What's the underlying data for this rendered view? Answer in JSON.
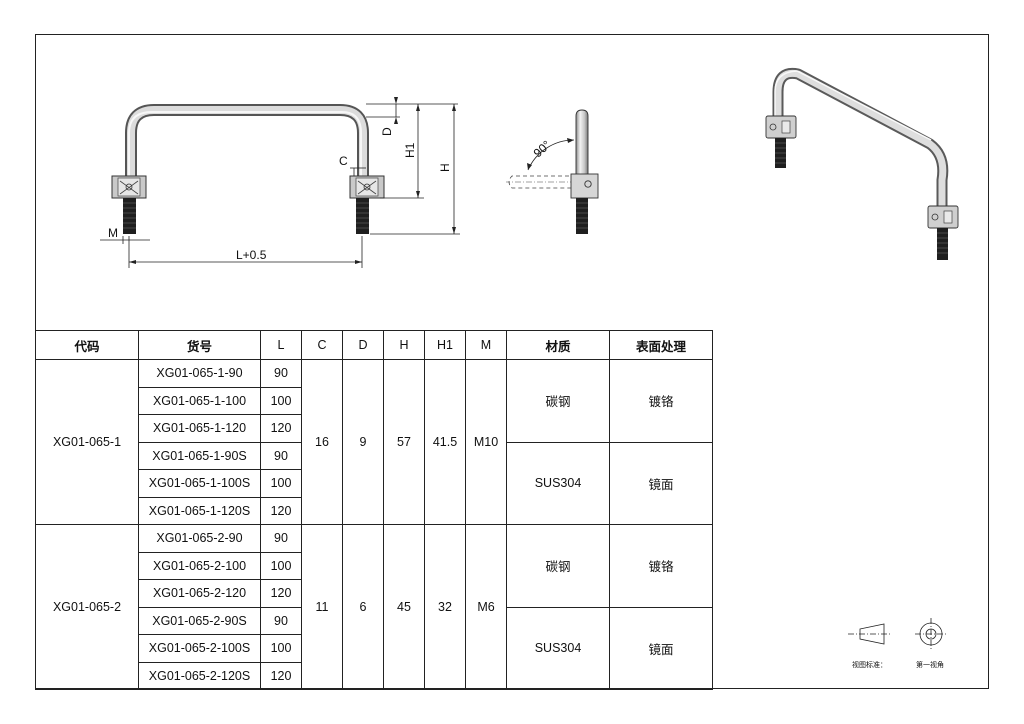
{
  "dimensions": {
    "M": "M",
    "L": "L+0.5",
    "D": "D",
    "H1": "H1",
    "H": "H",
    "C": "C",
    "angle": "90°"
  },
  "table": {
    "headers": [
      "代码",
      "货号",
      "L",
      "C",
      "D",
      "H",
      "H1",
      "M",
      "材质",
      "表面处理"
    ],
    "groups": [
      {
        "code": "XG01-065-1",
        "C": "16",
        "D": "9",
        "H": "57",
        "H1": "41.5",
        "M": "M10",
        "rows": [
          {
            "part": "XG01-065-1-90",
            "L": "90"
          },
          {
            "part": "XG01-065-1-100",
            "L": "100"
          },
          {
            "part": "XG01-065-1-120",
            "L": "120"
          },
          {
            "part": "XG01-065-1-90S",
            "L": "90"
          },
          {
            "part": "XG01-065-1-100S",
            "L": "100"
          },
          {
            "part": "XG01-065-1-120S",
            "L": "120"
          }
        ],
        "materials": [
          {
            "material": "碳钢",
            "finish": "镀铬"
          },
          {
            "material": "SUS304",
            "finish": "镜面"
          }
        ]
      },
      {
        "code": "XG01-065-2",
        "C": "11",
        "D": "6",
        "H": "45",
        "H1": "32",
        "M": "M6",
        "rows": [
          {
            "part": "XG01-065-2-90",
            "L": "90"
          },
          {
            "part": "XG01-065-2-100",
            "L": "100"
          },
          {
            "part": "XG01-065-2-120",
            "L": "120"
          },
          {
            "part": "XG01-065-2-90S",
            "L": "90"
          },
          {
            "part": "XG01-065-2-100S",
            "L": "100"
          },
          {
            "part": "XG01-065-2-120S",
            "L": "120"
          }
        ],
        "materials": [
          {
            "material": "碳钢",
            "finish": "镀铬"
          },
          {
            "material": "SUS304",
            "finish": "镜面"
          }
        ]
      }
    ]
  },
  "legend": {
    "view_standard": "视图标准：",
    "first_angle": "第一视角"
  },
  "colors": {
    "line": "#222222",
    "metal_light": "#e4e4e4",
    "metal_dark": "#9a9a9a",
    "thread": "#1a1a1a"
  }
}
